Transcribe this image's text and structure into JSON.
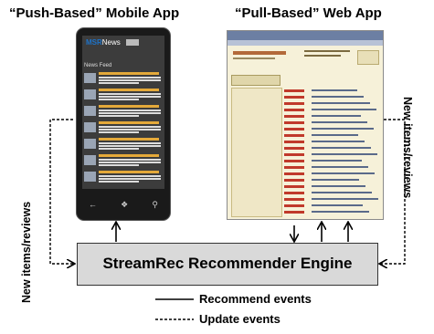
{
  "titles": {
    "left": "“Push-Based” Mobile App",
    "right": "“Pull-Based” Web App"
  },
  "phone": {
    "app_name_brand": "MSR",
    "app_name_rest": "News",
    "section": "News Feed",
    "feed_item_count": 7
  },
  "engine": {
    "label": "StreamRec Recommender Engine"
  },
  "side_labels": {
    "left": "New items/reviews",
    "right": "New items/reviews"
  },
  "legend": {
    "solid": "Recommend events",
    "dashed": "Update events"
  }
}
